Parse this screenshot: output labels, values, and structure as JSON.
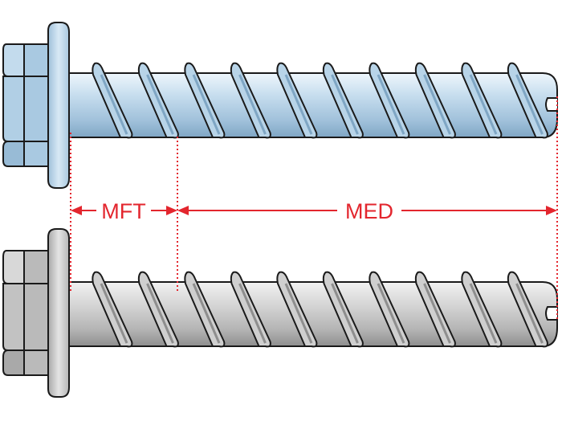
{
  "diagram": {
    "dimensions": [
      {
        "id": "mft",
        "label": "MFT"
      },
      {
        "id": "med",
        "label": "MED"
      }
    ],
    "screws": [
      {
        "id": "top",
        "finish": "zinc-plated",
        "body_color": "#b8d4e8",
        "shade_color": "#7fa6c4",
        "edge_color": "#1a1a1a"
      },
      {
        "id": "bottom",
        "finish": "plain-steel",
        "body_color": "#cfcfcf",
        "shade_color": "#8e8e8e",
        "edge_color": "#1a1a1a"
      }
    ],
    "dimension_color": "#e3262e"
  }
}
